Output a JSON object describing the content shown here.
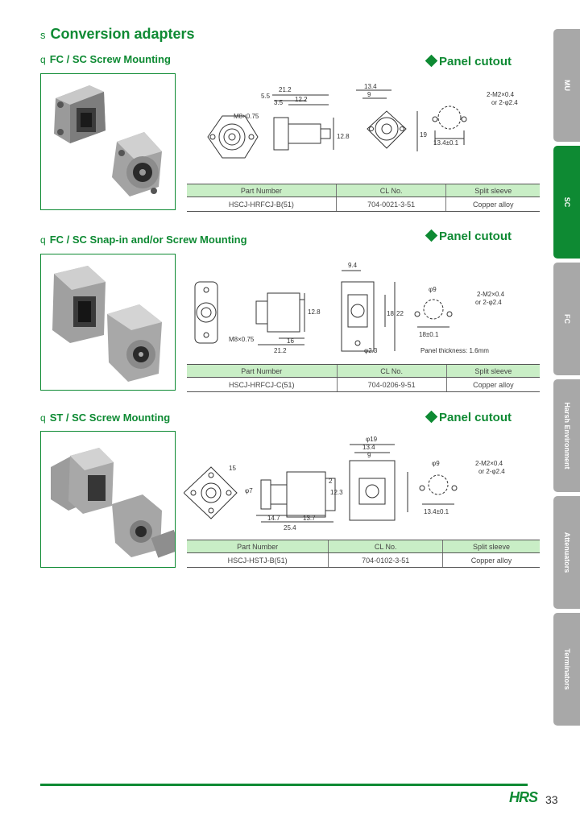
{
  "page": {
    "bullet": "s",
    "title": "Conversion adapters",
    "page_number": "33",
    "logo": "HRS"
  },
  "sections": [
    {
      "bullet": "q",
      "title": "FC / SC Screw Mounting",
      "cutout_label": "Panel cutout",
      "dims": {
        "a": "21.2",
        "b": "5.5",
        "c": "3.5",
        "d": "12.2",
        "e": "M8×0.75",
        "f": "12.8",
        "g": "13.4",
        "h": "9",
        "i": "19",
        "j": "2-M2×0.4",
        "k": "or 2-φ2.4",
        "l": "13.4±0.1"
      },
      "table": {
        "headers": [
          "Part Number",
          "CL No.",
          "Split sleeve"
        ],
        "row": [
          "HSCJ-HRFCJ-B(51)",
          "704-0021-3-51",
          "Copper alloy"
        ]
      }
    },
    {
      "bullet": "q",
      "title": "FC / SC Snap-in and/or Screw Mounting",
      "cutout_label": "Panel cutout",
      "dims": {
        "a": "9.4",
        "b": "12.8",
        "c": "18",
        "d": "22",
        "e": "21.2",
        "f": "16",
        "g": "M8×0.75",
        "h": "φ2.3",
        "i": "2-M2×0.4",
        "j": "or 2-φ2.4",
        "k": "18±0.1",
        "l": "Panel thickness: 1.6mm",
        "m": "φ9"
      },
      "table": {
        "headers": [
          "Part Number",
          "CL No.",
          "Split sleeve"
        ],
        "row": [
          "HSCJ-HRFCJ-C(51)",
          "704-0206-9-51",
          "Copper alloy"
        ]
      }
    },
    {
      "bullet": "q",
      "title": "ST / SC Screw Mounting",
      "cutout_label": "Panel cutout",
      "dims": {
        "a": "φ19",
        "b": "13.4",
        "c": "9",
        "d": "2",
        "e": "12.3",
        "f": "14.7",
        "g": "13.7",
        "h": "25.4",
        "i": "φ7",
        "j": "15",
        "k": "2-M2×0.4",
        "l": "or 2-φ2.4",
        "m": "13.4±0.1",
        "n": "φ9"
      },
      "table": {
        "headers": [
          "Part Number",
          "CL No.",
          "Split sleeve"
        ],
        "row": [
          "HSCJ-HSTJ-B(51)",
          "704-0102-3-51",
          "Copper alloy"
        ]
      }
    }
  ],
  "side_tabs": [
    {
      "label": "MU",
      "active": false
    },
    {
      "label": "SC",
      "active": true
    },
    {
      "label": "FC",
      "active": false
    },
    {
      "label": "Harsh Environment",
      "active": false
    },
    {
      "label": "Attenuators",
      "active": false
    },
    {
      "label": "Terminators",
      "active": false
    }
  ],
  "colors": {
    "accent": "#0e8a33",
    "table_header": "#c9eec6",
    "tab_inactive": "#a8a8a8"
  }
}
